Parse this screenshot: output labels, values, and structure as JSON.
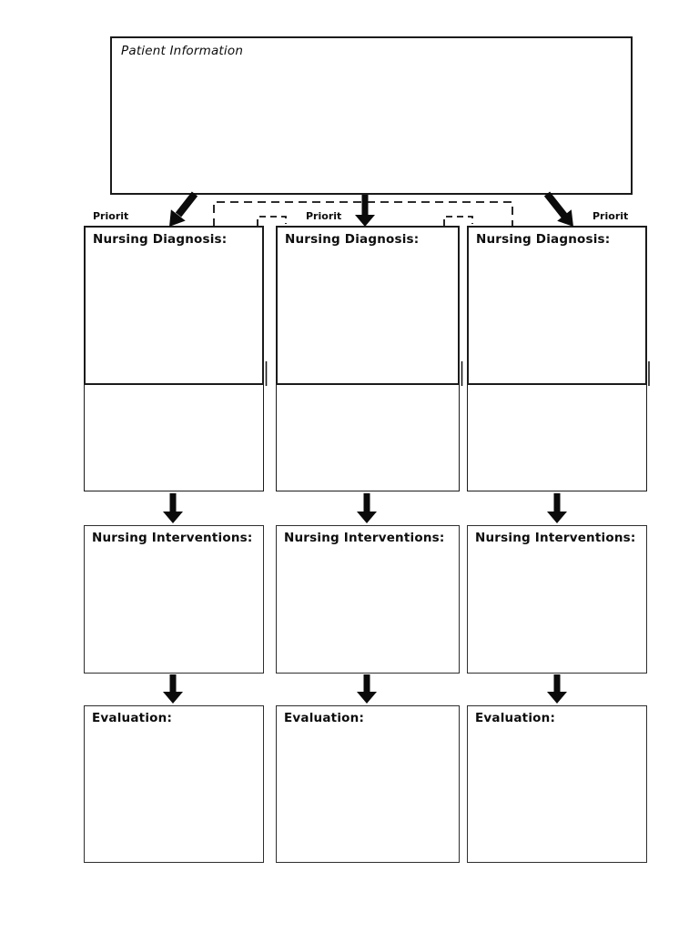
{
  "patient": {
    "label": "Patient Information"
  },
  "priorities": [
    {
      "label": "Priorit"
    },
    {
      "label": "Priorit"
    },
    {
      "label": "Priorit"
    }
  ],
  "columns": [
    {
      "diagnosis": "Nursing Diagnosis:",
      "interventions": "Nursing Interventions:",
      "evaluation": "Evaluation:"
    },
    {
      "diagnosis": "Nursing Diagnosis:",
      "interventions": "Nursing Interventions:",
      "evaluation": "Evaluation:"
    },
    {
      "diagnosis": "Nursing Diagnosis:",
      "interventions": "Nursing Interventions:",
      "evaluation": "Evaluation:"
    }
  ],
  "colors": {
    "line": "#111111",
    "background": "#ffffff"
  }
}
